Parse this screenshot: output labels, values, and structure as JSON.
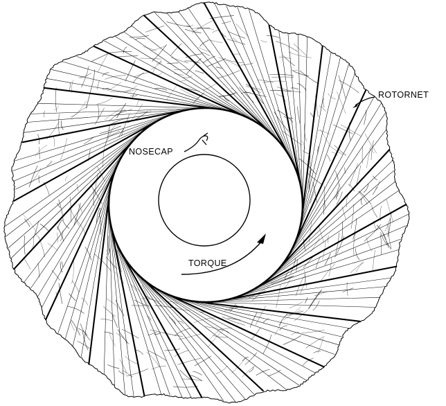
{
  "labels": {
    "rotornet": "ROTORNET",
    "nosecap": "NOSECAP",
    "torque": "TORQUE"
  },
  "diagram": {
    "vane_count": 20,
    "rotation_direction": "counterclockwise arrow labeled torque",
    "line_color": "#000000",
    "background": "#ffffff"
  }
}
